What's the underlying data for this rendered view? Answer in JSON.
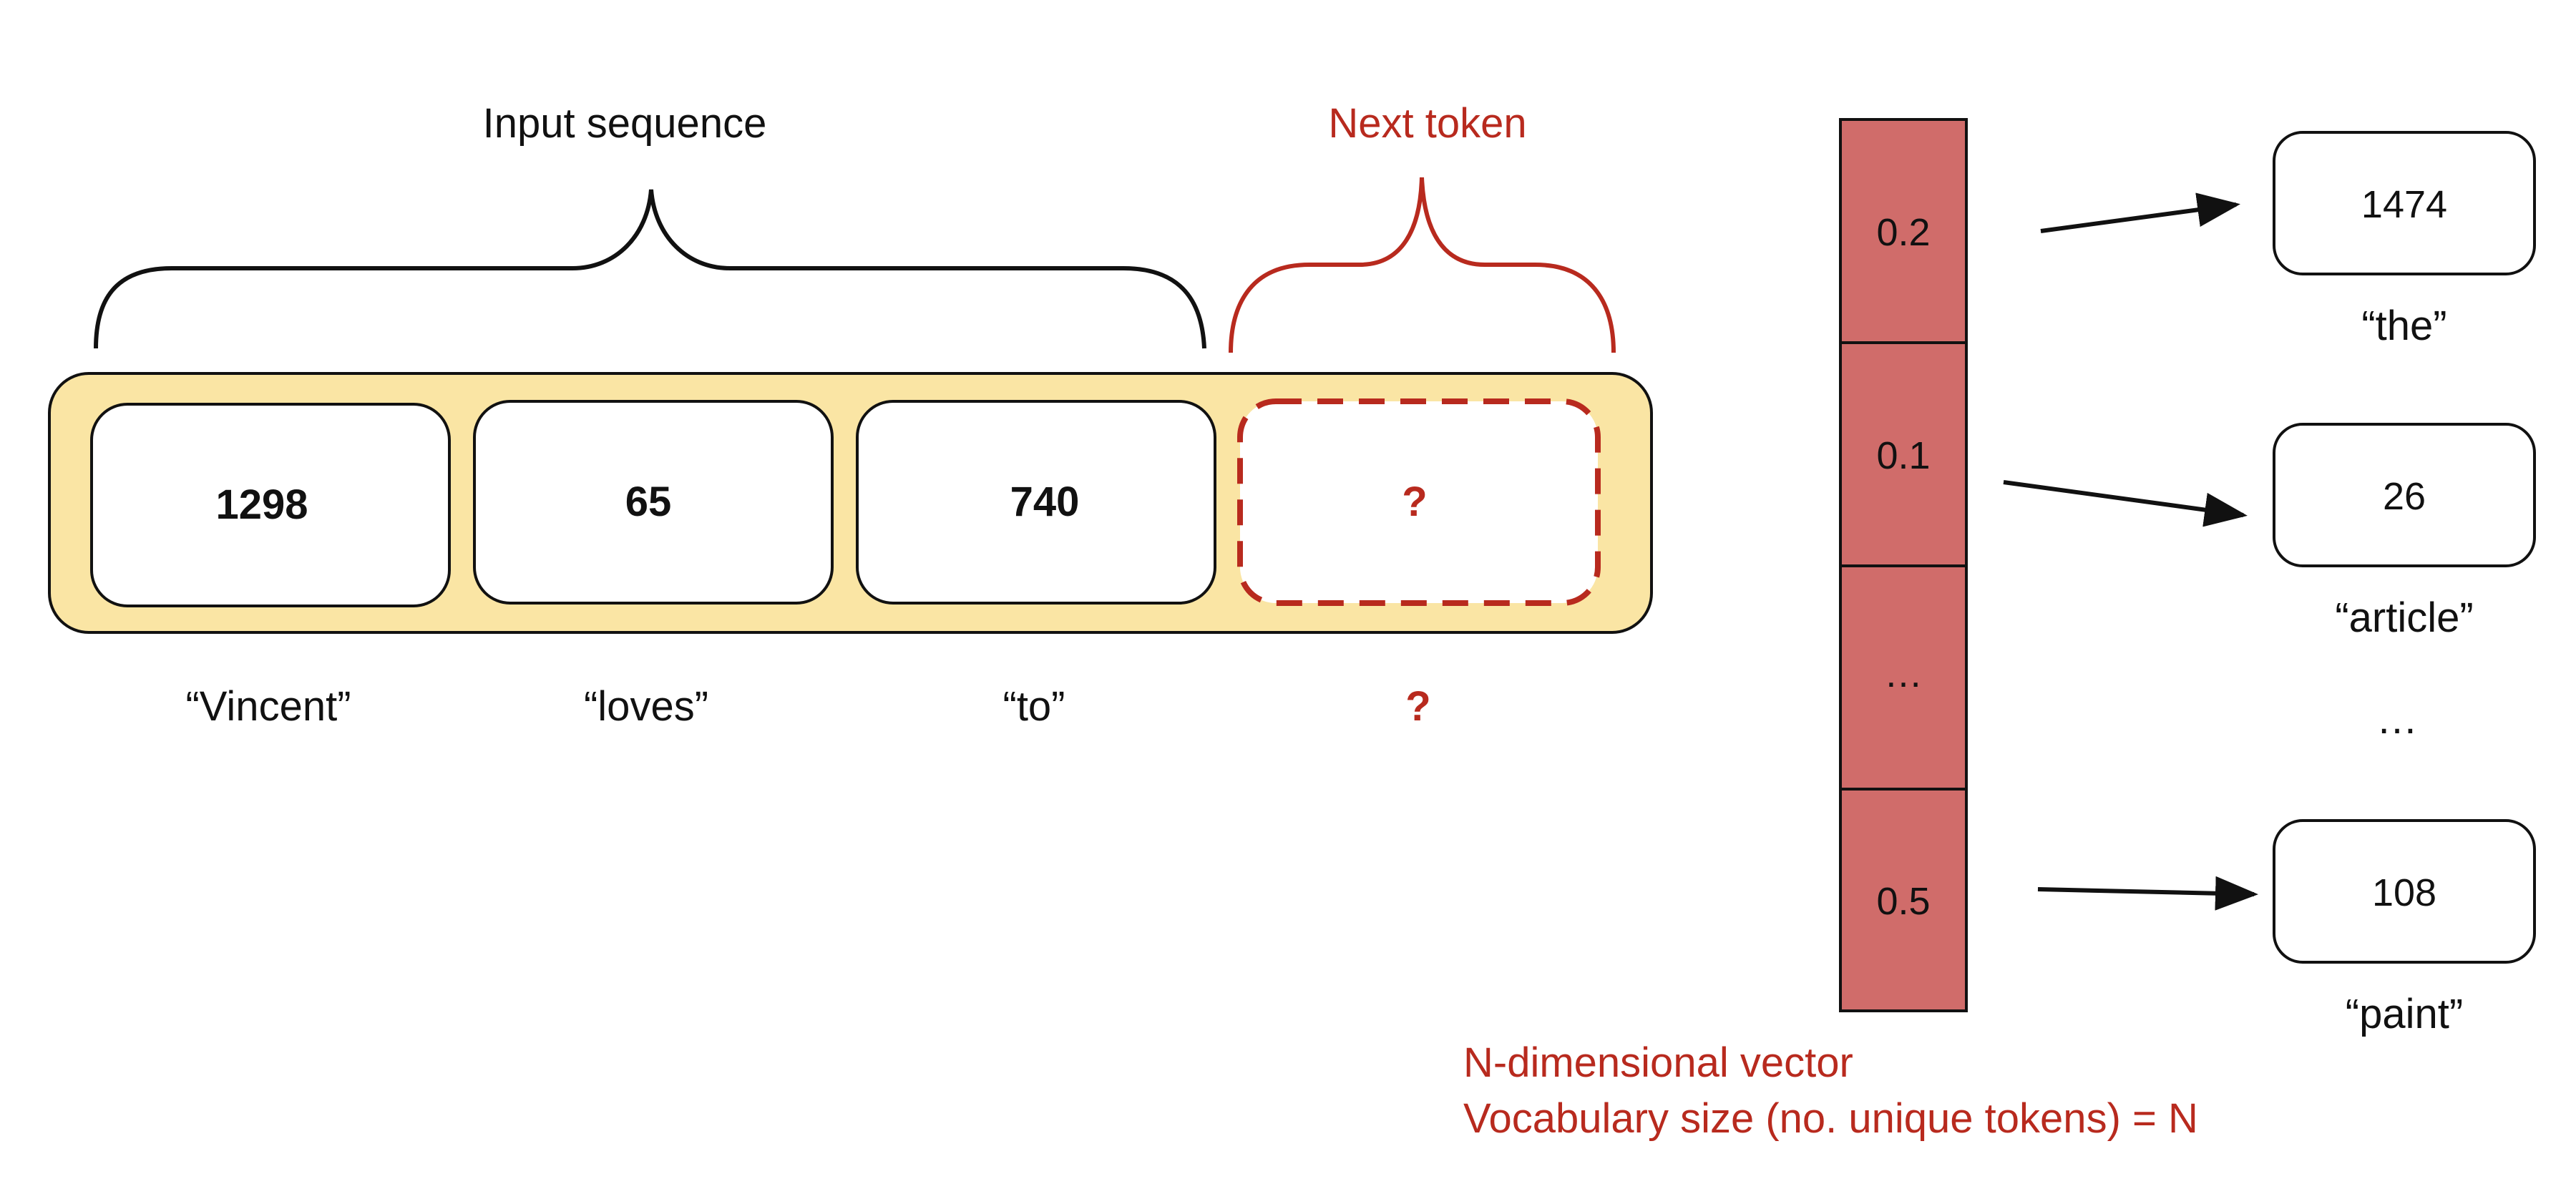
{
  "colors": {
    "accent_red": "#b82a1e",
    "container_fill": "#fae5a4",
    "vector_fill": "#d06c6a",
    "stroke": "#111111",
    "box_fill": "#ffffff"
  },
  "input_sequence": {
    "title": "Input sequence",
    "tokens": [
      {
        "id": "1298",
        "word": "“Vincent”"
      },
      {
        "id": "65",
        "word": "“loves”"
      },
      {
        "id": "740",
        "word": "“to”"
      }
    ]
  },
  "next_token": {
    "title": "Next token",
    "id": "?",
    "word": "?"
  },
  "vector": {
    "cells": [
      "0.2",
      "0.1",
      "…",
      "0.5"
    ],
    "caption_line1": "N-dimensional vector",
    "caption_line2": "Vocabulary size (no. unique tokens) = N"
  },
  "vocabulary": {
    "entries": [
      {
        "id": "1474",
        "word": "“the”"
      },
      {
        "id": "26",
        "word": "“article”"
      },
      {
        "id": "108",
        "word": "“paint”"
      }
    ],
    "ellipsis": "…"
  }
}
